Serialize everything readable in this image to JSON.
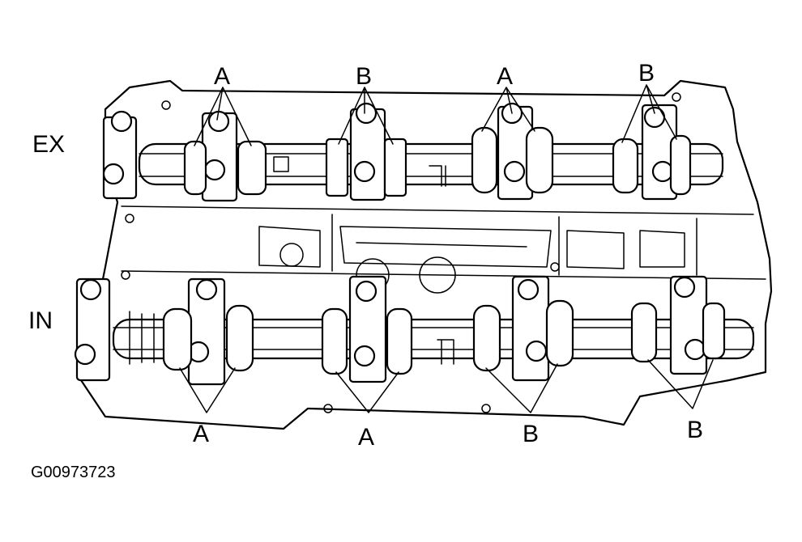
{
  "labels": {
    "exhaust": "EX",
    "intake": "IN",
    "figure_code": "G00973723"
  },
  "callouts": {
    "ex_1": "A",
    "ex_2": "B",
    "ex_3": "A",
    "ex_4": "B",
    "in_1": "A",
    "in_2": "A",
    "in_3": "B",
    "in_4": "B"
  }
}
